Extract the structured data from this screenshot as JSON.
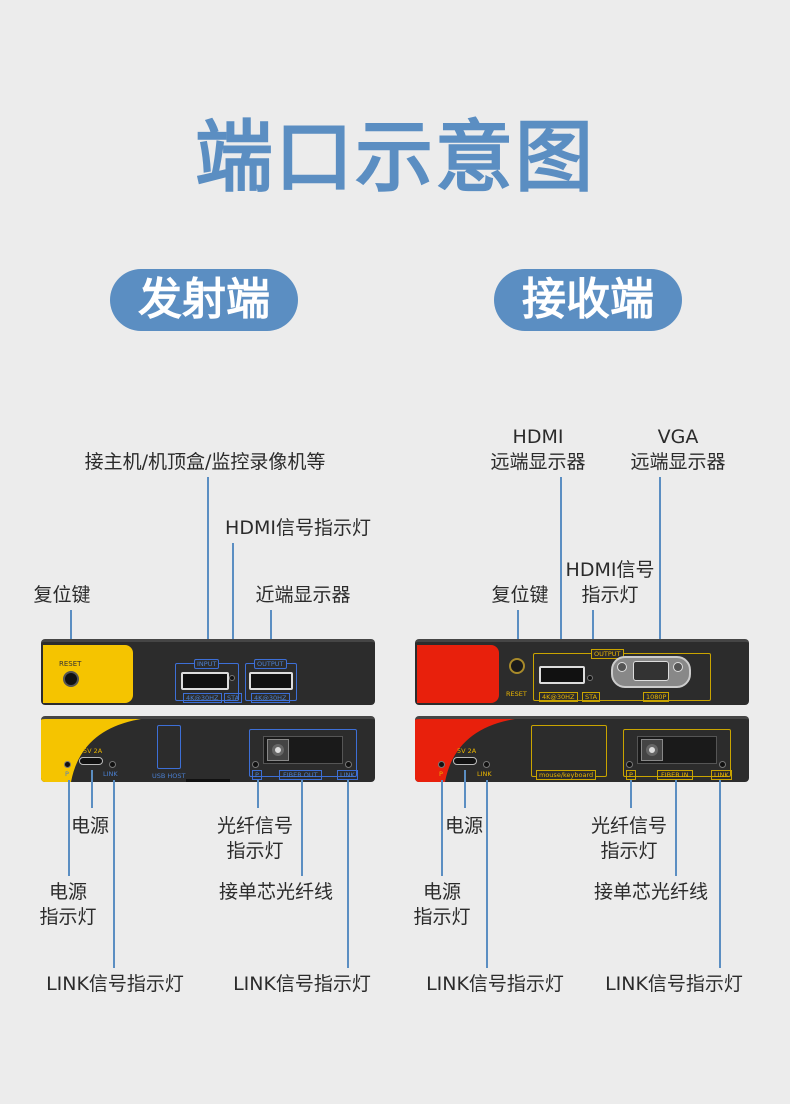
{
  "page_title": "端口示意图",
  "transmitter": {
    "heading": "发射端",
    "labels": {
      "host": "接主机/机顶盒/监控录像机等",
      "hdmi_indicator": "HDMI信号指示灯",
      "near_display": "近端显示器",
      "reset_key": "复位键",
      "power": "电源",
      "power_indicator_l1": "电源",
      "power_indicator_l2": "指示灯",
      "link_left": "LINK信号指示灯",
      "fiber_indicator_l1": "光纤信号",
      "fiber_indicator_l2": "指示灯",
      "fiber_cable": "接单芯光纤线",
      "link_right": "LINK信号指示灯"
    },
    "panel_front": {
      "reset": "RESET",
      "input": "INPUT",
      "output": "OUTPUT",
      "in_res": "4K@30HZ",
      "sta": "STA",
      "out_res": "4K@30HZ"
    },
    "panel_back": {
      "power_spec": "5V 2A",
      "p": "P",
      "link": "LINK",
      "usb_host": "USB HOST",
      "fiber_p": "P",
      "fiber_out": "FIBER OUT",
      "fiber_link": "LINK"
    }
  },
  "receiver": {
    "heading": "接收端",
    "labels": {
      "hdmi_remote_l1": "HDMI",
      "hdmi_remote_l2": "远端显示器",
      "vga_remote_l1": "VGA",
      "vga_remote_l2": "远端显示器",
      "reset_key": "复位键",
      "hdmi_indicator_l1": "HDMI信号",
      "hdmi_indicator_l2": "指示灯",
      "power": "电源",
      "power_indicator_l1": "电源",
      "power_indicator_l2": "指示灯",
      "link_left": "LINK信号指示灯",
      "fiber_indicator_l1": "光纤信号",
      "fiber_indicator_l2": "指示灯",
      "fiber_cable": "接单芯光纤线",
      "link_right": "LINK信号指示灯"
    },
    "panel_front": {
      "reset": "RESET",
      "output": "OUTPUT",
      "hdmi_res": "4K@30HZ",
      "sta": "STA",
      "vga_res": "1080P"
    },
    "panel_back": {
      "power_spec": "5V 2A",
      "p": "P",
      "link": "LINK",
      "usb": "mouse/keyboard",
      "fiber_p": "P",
      "fiber_in": "FIBER IN",
      "fiber_link": "LINK"
    }
  },
  "colors": {
    "accent": "#5b8ec2",
    "tx_highlight": "#f5c400",
    "rx_highlight": "#e8200c"
  }
}
